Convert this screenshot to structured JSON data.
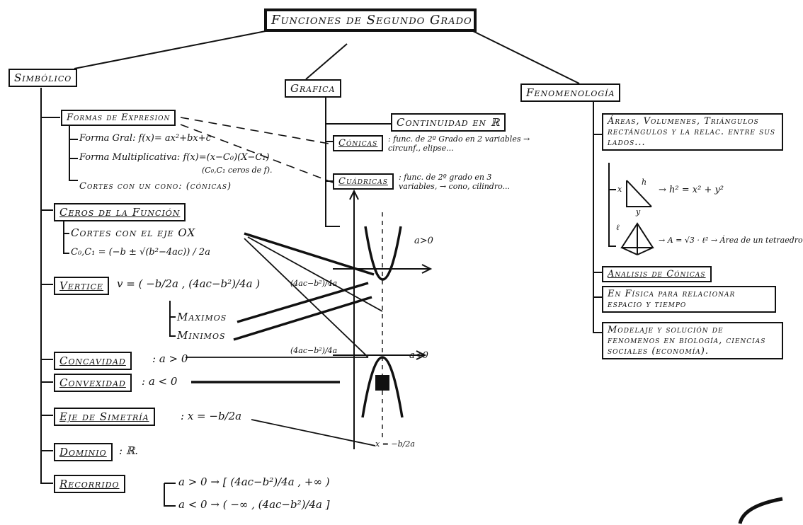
{
  "title": "Funciones de Segundo Grado",
  "branches": {
    "simbolico": "Simbólico",
    "grafica": "Grafica",
    "fenomenologia": "Fenomenología"
  },
  "simbolico": {
    "formas": {
      "heading": "Formas de Expresion",
      "general": "Forma Gral: f(x)= ax²+bx+c",
      "multiplicativa": "Forma Multiplicativa: f(x)=(x−C₀)(X−C₁)",
      "multiplicativa_note": "(C₀,C₁ ceros de f).",
      "cortes": "Cortes con un cono: (cónicas)"
    },
    "ceros": {
      "heading": "Ceros de la Función",
      "cortes_eje": "Cortes con el eje OX",
      "formula": "C₀,C₁ = (−b ± √(b²−4ac)) / 2a"
    },
    "vertice": {
      "heading": "Vertice",
      "formula": "v = ( −b/2a , (4ac−b²)/4a )",
      "maximos": "Maximos",
      "minimos": "Minimos"
    },
    "concavidad": {
      "heading": "Concavidad",
      "cond": ": a > 0"
    },
    "convexidad": {
      "heading": "Convexidad",
      "cond": ": a < 0"
    },
    "eje": {
      "heading": "Eje de Simetría",
      "formula": ": x = −b/2a"
    },
    "dominio": {
      "heading": "Dominio",
      "value": ": ℝ."
    },
    "recorrido": {
      "heading": "Recorrido",
      "pos": "a > 0 → [ (4ac−b²)/4a , +∞ )",
      "neg": "a < 0 → ( −∞ , (4ac−b²)/4a ]"
    }
  },
  "grafica": {
    "continuidad": "Continuidad en ℝ",
    "conicas": {
      "heading": "Cónicas",
      "text": ": func. de 2º Grado en 2 variables → circunf., elipse..."
    },
    "cuadricas": {
      "heading": "Cuádricas",
      "text": ": func. de 2º grado en 3 variables, → cono, cilindro..."
    },
    "graph": {
      "a_pos": "a>0",
      "a_neg": "a<0",
      "vertex_top": "(4ac−b²)/4a",
      "vertex_bottom": "(4ac−b²)/4a",
      "axis_label": "x = −b/2a"
    }
  },
  "fenomenologia": {
    "areas": "Áreas, Volumenes, Triángulos rectángulos y la relac. entre sus lados...",
    "pythagoras": "→ h² = x² + y²",
    "tetra": "→ A = √3 · ℓ² → Área de un tetraedro",
    "tri_x": "x",
    "tri_y": "y",
    "tri_h": "h",
    "tetra_l": "ℓ",
    "analisis": "Analisis de Cónicas",
    "fisica": "En Física para relacionar espacio y tiempo",
    "modelaje": "Modelaje y solución de fenomenos en biología, ciencias sociales (economía)."
  }
}
